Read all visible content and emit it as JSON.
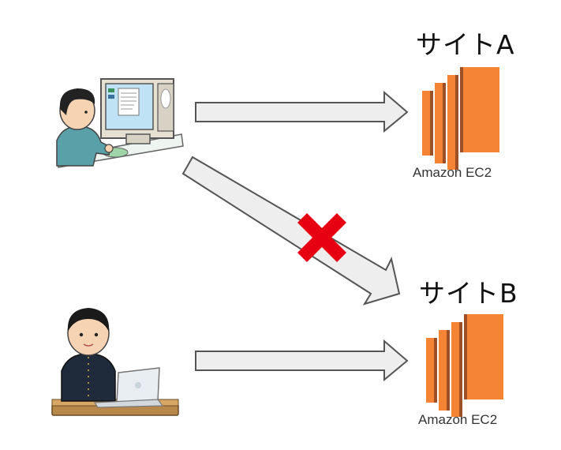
{
  "sites": [
    {
      "label": "サイトA",
      "service_label": "Amazon EC2"
    },
    {
      "label": "サイトB",
      "service_label": "Amazon EC2"
    }
  ],
  "colors": {
    "ec2_orange": "#F58534",
    "ec2_dark": "#9D5025",
    "arrow_fill": "#EEEEEE",
    "arrow_stroke": "#555555",
    "blocked_mark": "#E60012"
  },
  "icons": {
    "top_user": "person-at-desktop-computer-icon",
    "bottom_user": "student-with-laptop-icon",
    "blocked": "red-cross-icon",
    "server": "amazon-ec2-icon"
  }
}
